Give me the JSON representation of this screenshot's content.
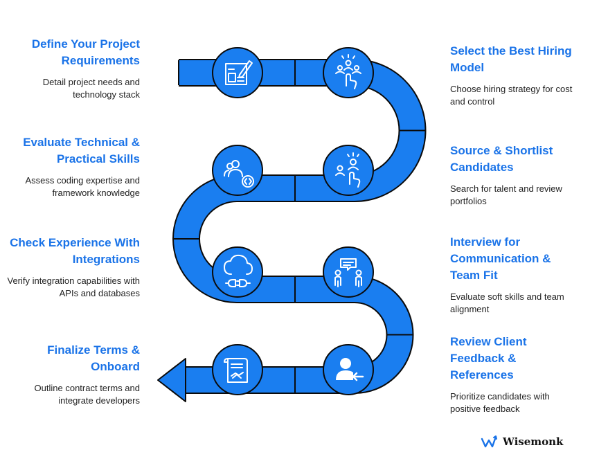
{
  "colors": {
    "accent": "#1a73e8",
    "path": "#1a7ef0",
    "stroke": "#0b0b0b",
    "text": "#1f1f1f"
  },
  "steps": [
    {
      "title": "Define Your Project Requirements",
      "desc": "Detail project needs and technology stack",
      "icon": "blueprint-pencil-icon"
    },
    {
      "title": "Select the Best Hiring Model",
      "desc": "Choose hiring strategy for cost and control",
      "icon": "hand-pointing-team-icon"
    },
    {
      "title": "Source & Shortlist Candidates",
      "desc": "Search for talent and review portfolios",
      "icon": "hand-select-person-icon"
    },
    {
      "title": "Evaluate Technical & Practical Skills",
      "desc": "Assess coding expertise and framework knowledge",
      "icon": "users-code-icon"
    },
    {
      "title": "Check Experience With Integrations",
      "desc": "Verify integration capabilities with APIs and databases",
      "icon": "cloud-plug-icon"
    },
    {
      "title": "Interview for Communication & Team Fit",
      "desc": "Evaluate soft skills and team alignment",
      "icon": "two-people-chat-icon"
    },
    {
      "title": "Review Client Feedback & References",
      "desc": "Prioritize candidates with positive feedback",
      "icon": "user-arrow-icon"
    },
    {
      "title": "Finalize Terms & Onboard",
      "desc": "Outline contract terms and integrate developers",
      "icon": "contract-handshake-icon"
    }
  ],
  "brand": {
    "name": "Wisemonk",
    "icon": "wisemonk-logo-icon"
  }
}
